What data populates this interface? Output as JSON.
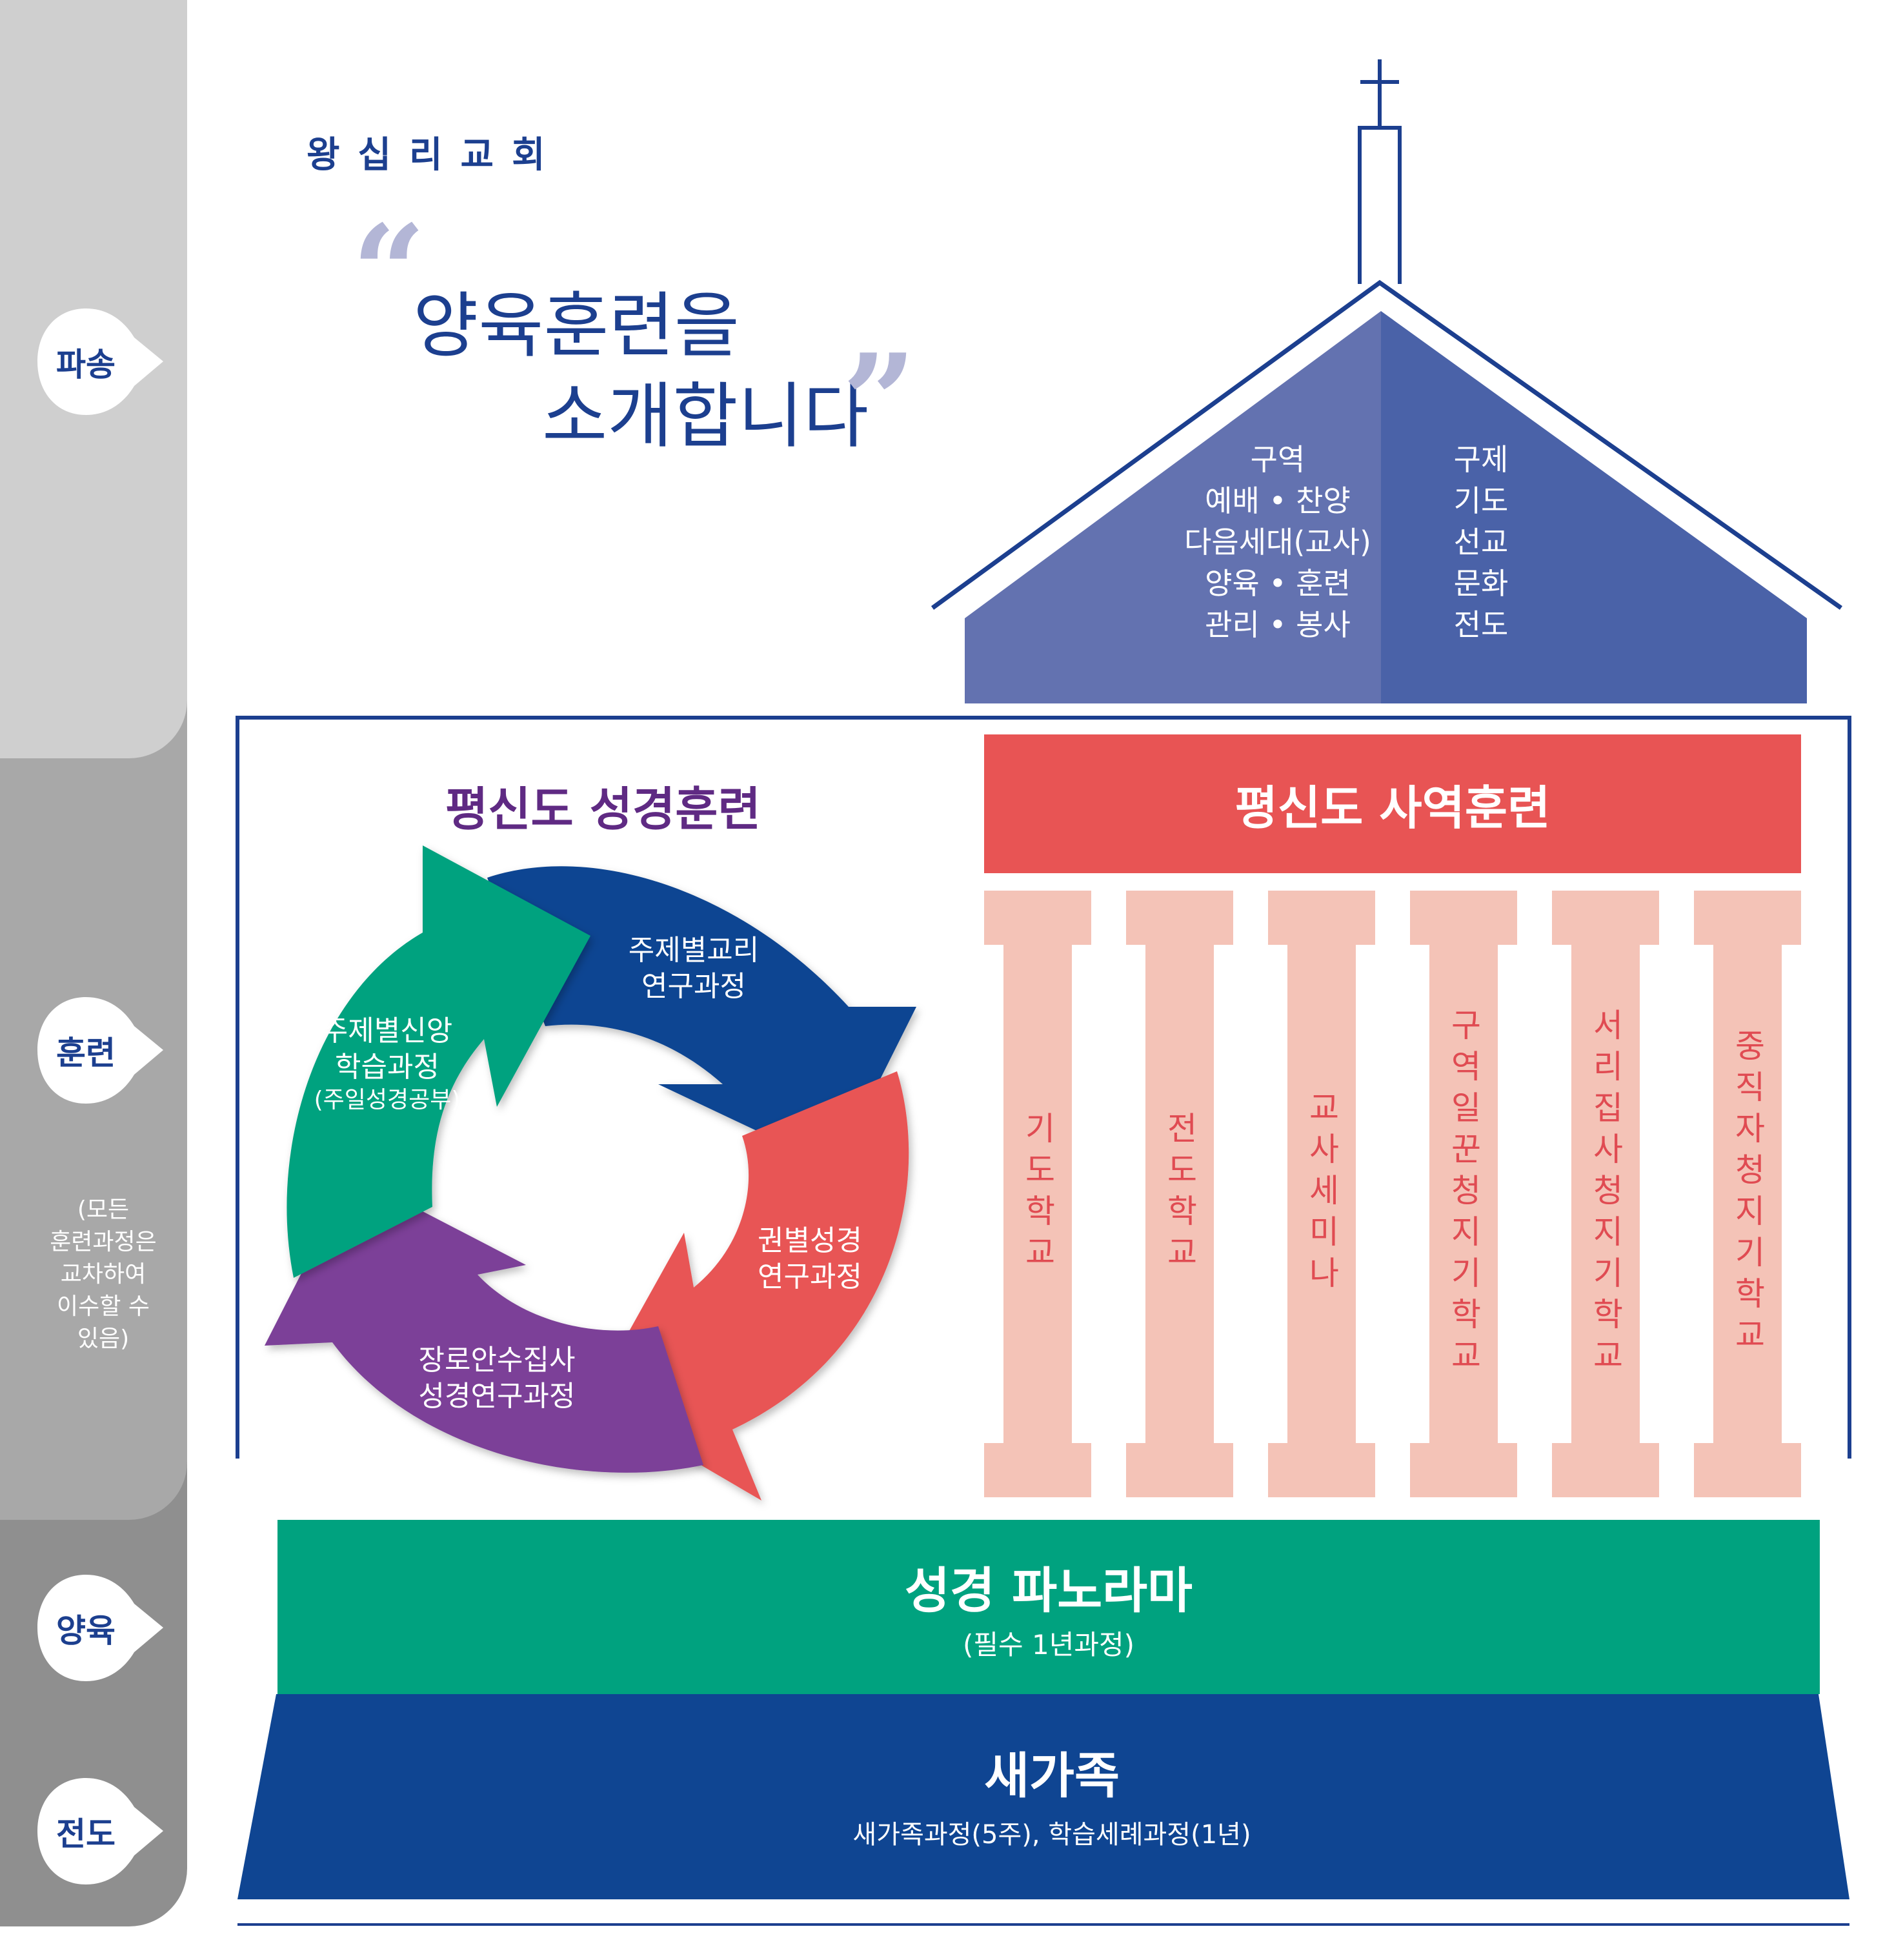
{
  "sidebar": {
    "stages": [
      {
        "label": "파송"
      },
      {
        "label": "훈련"
      },
      {
        "label": "양육"
      },
      {
        "label": "전도"
      }
    ],
    "note_lines": [
      "(모든",
      "훈련과정은",
      "교차하여",
      "이수할 수",
      "있음)"
    ],
    "colors": [
      "#cfcfcf",
      "#a8a8a8",
      "#8f8f8f"
    ]
  },
  "header": {
    "church_name": "왕십리교회",
    "headline_line1": "양육훈련을",
    "headline_line2": "소개합니다",
    "open_quote": "“",
    "close_quote": "”"
  },
  "roof": {
    "left_items": [
      "구역",
      "예배 • 찬양",
      "다음세대(교사)",
      "양육 • 훈련",
      "관리 • 봉사"
    ],
    "right_items": [
      "구제",
      "기도",
      "선교",
      "문화",
      "전도"
    ],
    "colors": {
      "left": "#6372b0",
      "right": "#4a62a8"
    }
  },
  "bible_training": {
    "title": "평신도 성경훈련",
    "cycle": [
      {
        "lines": [
          "주제별교리",
          "연구과정"
        ],
        "color": "#0f4592"
      },
      {
        "lines": [
          "권별성경",
          "연구과정"
        ],
        "color": "#e85454"
      },
      {
        "lines": [
          "장로안수집사",
          "성경연구과정"
        ],
        "color": "#7b3f98"
      },
      {
        "lines": [
          "주제별신앙",
          "학습과정",
          "(주일성경공부)"
        ],
        "color": "#00a27f"
      }
    ]
  },
  "ministry_training": {
    "title": "평신도 사역훈련",
    "pillars": [
      {
        "label": "기도학교"
      },
      {
        "label": "전도학교"
      },
      {
        "label": "교사세미나"
      },
      {
        "label": "구역일꾼청지기학교"
      },
      {
        "label": "서리집사청지기학교"
      },
      {
        "label": "중직자청지기학교"
      }
    ]
  },
  "nurture": {
    "title": "성경 파노라마",
    "subtitle": "(필수 1년과정)",
    "color": "#00a27f"
  },
  "evangelism": {
    "title": "새가족",
    "subtitle": "새가족과정(5주), 학습세례과정(1년)",
    "color": "#0f4592"
  }
}
